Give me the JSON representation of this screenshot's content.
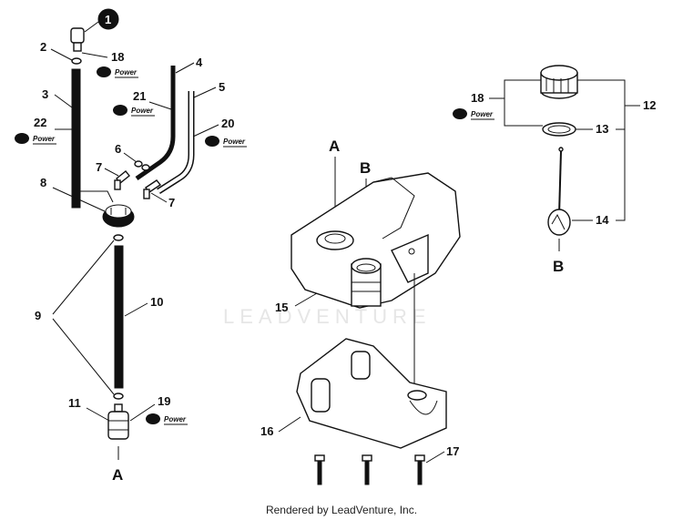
{
  "watermark": "LEADVENTURE",
  "footer": "Rendered by LeadVenture, Inc.",
  "repower_text": "Power",
  "callouts": {
    "c1": "1",
    "c2": "2",
    "c3": "3",
    "c4": "4",
    "c5": "5",
    "c6": "6",
    "c7a": "7",
    "c7b": "7",
    "c8": "8",
    "c9": "9",
    "c10": "10",
    "c11": "11",
    "c12": "12",
    "c13": "13",
    "c14": "14",
    "c15": "15",
    "c16": "16",
    "c17": "17",
    "c18a": "18",
    "c18b": "18",
    "c19": "19",
    "c20": "20",
    "c21": "21",
    "c22": "22"
  },
  "refs": {
    "a_top": "A",
    "b_top": "B",
    "a_bottom": "A",
    "b_right": "B"
  }
}
